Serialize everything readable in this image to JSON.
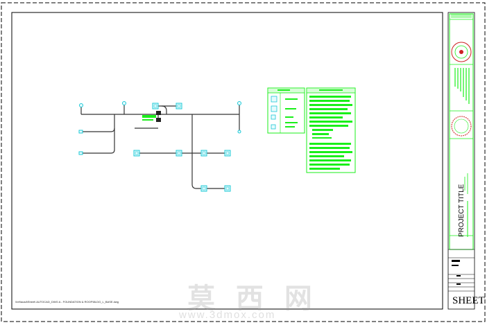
{
  "title_block": {
    "project_title": "PROJECT TITLE",
    "sheet_number": "SHEET #"
  },
  "drawing": {
    "file_path": "\\\\ref\\acad\\Sheet\\ AUTOCAD_DWG A - FOUNDATION & ROOF\\BLDG_L_BASE.dwg"
  },
  "watermark": {
    "text": "莫 西 网",
    "url": "www.3dmox.com"
  },
  "colors": {
    "frame": "#000000",
    "wire": "#333333",
    "device_cyan": "#19c8d6",
    "legend_green": "#19ef19",
    "title_block_green": "#19ef19",
    "seal_red": "#cc2222"
  }
}
